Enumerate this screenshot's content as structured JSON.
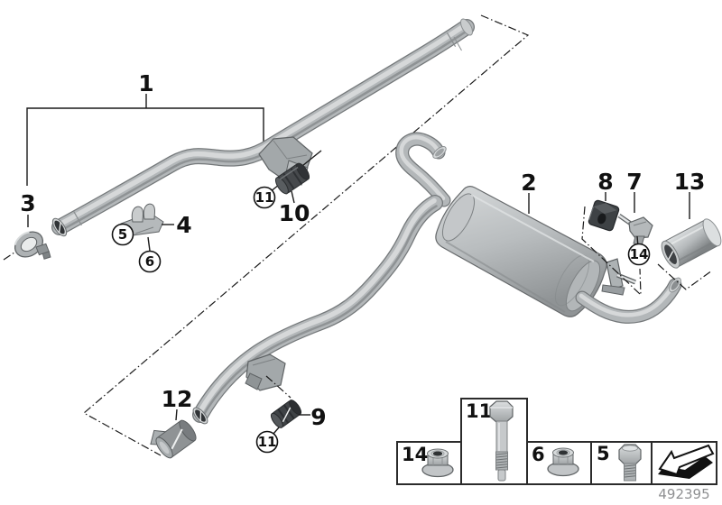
{
  "callouts": {
    "n1": "1",
    "n2": "2",
    "n3": "3",
    "n4": "4",
    "n5": "5",
    "n6": "6",
    "n7": "7",
    "n8": "8",
    "n9": "9",
    "n10": "10",
    "n11": "11",
    "n12": "12",
    "n13": "13",
    "n14": "14"
  },
  "legend": {
    "cells": [
      {
        "ref": "14",
        "icon": "flange-nut"
      },
      {
        "ref": "11",
        "icon": "shoulder-bolt"
      },
      {
        "ref": "6",
        "icon": "flange-nut"
      },
      {
        "ref": "5",
        "icon": "hex-bolt"
      },
      {
        "icon": "direction-of-travel-arrow"
      }
    ],
    "doc_number": "492395"
  },
  "colors": {
    "line": "#1a1a1a",
    "pipe_gray": "#b3b7b9",
    "rubber_dark": "#44474a",
    "doc_number_text": "#8f9092"
  }
}
